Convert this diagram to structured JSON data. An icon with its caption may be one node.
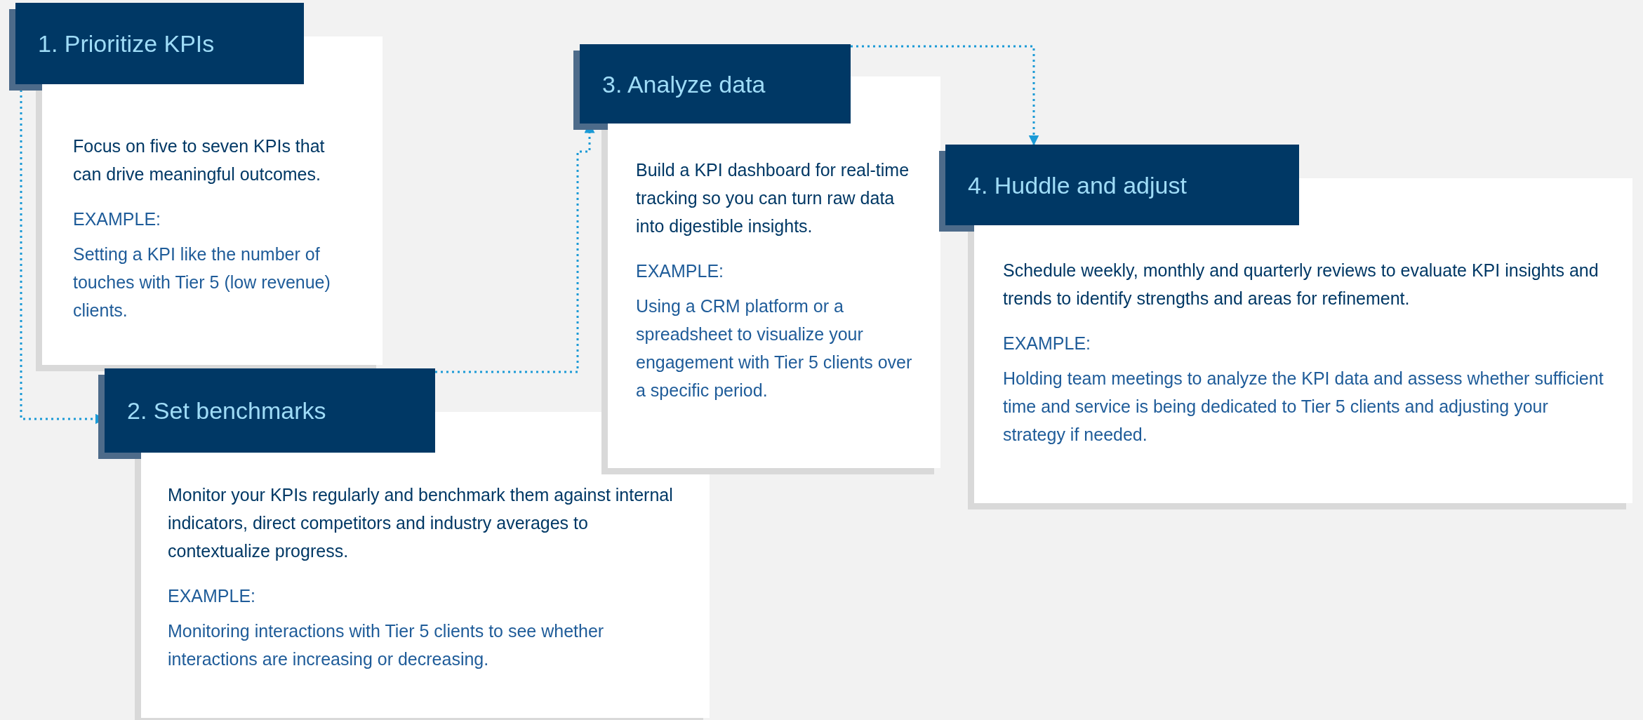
{
  "diagram": {
    "nodes": [
      {
        "text": [
          "1. Prioritize KPIs"
        ]
      },
      {
        "text": [
          "Focus on five to seven KPIs that can drive meaningful outcomes.",
          "EXAMPLE:",
          "Setting a KPI like the number of touches with Tier 5 (low revenue) clients."
        ]
      },
      {
        "text": [
          "2. Set benchmarks"
        ]
      },
      {
        "text": [
          "Monitor your KPIs regularly and benchmark them against internal indicators, direct competitors and industry averages to contextualize progress.",
          "EXAMPLE:",
          "Monitoring interactions with Tier 5 clients to see whether interactions are increasing or decreasing."
        ]
      },
      {
        "text": [
          "3. Analyze data"
        ]
      },
      {
        "text": [
          "Build a KPI dashboard for real-time tracking so you can turn raw data into digestible insights.",
          "EXAMPLE:",
          "Using a CRM platform or a spreadsheet to visualize your engagement with Tier 5 clients over a specific period."
        ]
      },
      {
        "text": [
          "4. Huddle and adjust"
        ]
      },
      {
        "text": [
          "Schedule weekly, monthly and quarterly reviews to evaluate KPI insights and trends to identify strengths and areas for refinement.",
          "EXAMPLE:",
          "Holding team meetings to analyze the KPI data and assess whether sufficient time and service is being dedicated to Tier 5 clients and adjusting your strategy if needed."
        ]
      }
    ],
    "edges": [
      {
        "from": 0,
        "to": 2,
        "arrow": "to",
        "style": "dashed"
      },
      {
        "from": 2,
        "to": 4,
        "arrow": "to",
        "style": "dashed"
      },
      {
        "from": 4,
        "to": 6,
        "arrow": "to",
        "style": "dashed"
      }
    ]
  }
}
